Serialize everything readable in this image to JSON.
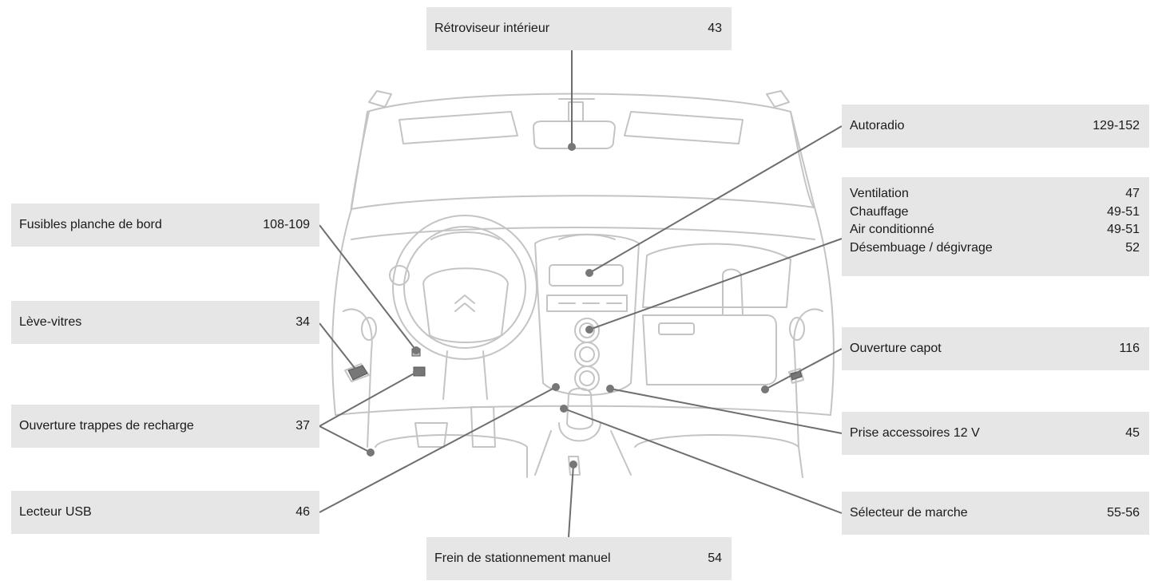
{
  "callouts": {
    "retroviseur": {
      "text": "Rétroviseur intérieur",
      "page": "43"
    },
    "autoradio": {
      "text": "Autoradio",
      "page": "129-152"
    },
    "ventilation_group": [
      {
        "text": "Ventilation",
        "page": "47"
      },
      {
        "text": "Chauffage",
        "page": "49-51"
      },
      {
        "text": "Air conditionné",
        "page": "49-51"
      },
      {
        "text": "Désembuage / dégivrage",
        "page": "52"
      }
    ],
    "fusibles": {
      "text": "Fusibles planche de bord",
      "page": "108-109"
    },
    "leve_vitres": {
      "text": "Lève-vitres",
      "page": "34"
    },
    "trappes": {
      "text": "Ouverture trappes de recharge",
      "page": "37"
    },
    "usb": {
      "text": "Lecteur USB",
      "page": "46"
    },
    "frein": {
      "text": "Frein de stationnement manuel",
      "page": "54"
    },
    "capot": {
      "text": "Ouverture capot",
      "page": "116"
    },
    "prise": {
      "text": "Prise accessoires 12 V",
      "page": "45"
    },
    "selecteur": {
      "text": "Sélecteur de marche",
      "page": "55-56"
    }
  },
  "colors": {
    "label_background": "#e6e6e6",
    "leader_line": "#6e6e6e",
    "sketch_line": "#c4c4c4"
  }
}
